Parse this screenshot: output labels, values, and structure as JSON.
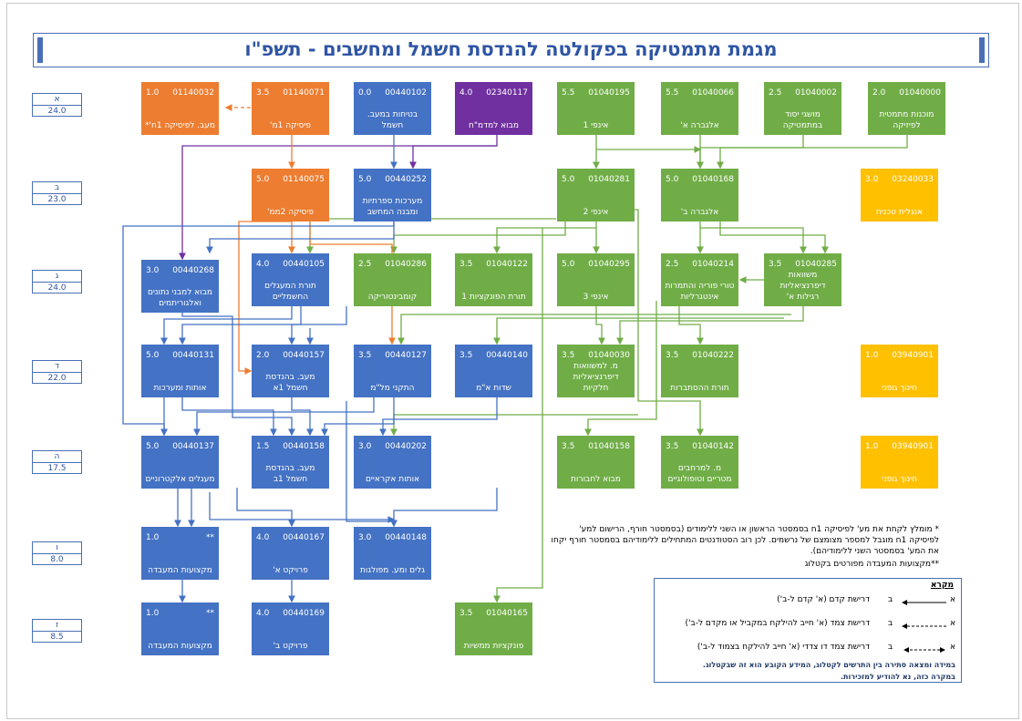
{
  "title": "מגמת מתמטיקה בפקולטה להנדסת חשמל ומחשבים - תשפ\"ו",
  "colors": {
    "blue": "#4472c4",
    "orange": "#ed7d31",
    "purple": "#7030a0",
    "green": "#70ad47",
    "yellow": "#ffc000"
  },
  "semesters": [
    {
      "name": "א",
      "points": "24.0"
    },
    {
      "name": "ב",
      "points": "23.0"
    },
    {
      "name": "ג",
      "points": "24.0"
    },
    {
      "name": "ד",
      "points": "22.0"
    },
    {
      "name": "ה",
      "points": "17.5"
    },
    {
      "name": "ו",
      "points": "8.0"
    },
    {
      "name": "ז",
      "points": "8.5"
    }
  ],
  "courses": {
    "c0": {
      "points": "2.0",
      "code": "01040000",
      "name": "מוכנות מתמטית לפיזיקה"
    },
    "c1": {
      "points": "2.5",
      "code": "01040002",
      "name": "מושגי יסוד במתמטיקה"
    },
    "c2": {
      "points": "5.5",
      "code": "01040066",
      "name": "אלגברה א'"
    },
    "c3": {
      "points": "5.5",
      "code": "01040195",
      "name": "אינפי 1"
    },
    "c4": {
      "points": "4.0",
      "code": "02340117",
      "name": "מבוא למדמ\"ח"
    },
    "c5": {
      "points": "0.0",
      "code": "00440102",
      "name": "בטיחות במעב. חשמל"
    },
    "c6": {
      "points": "3.5",
      "code": "01140071",
      "name": "פיסיקה 1מ'"
    },
    "c7": {
      "points": "1.0",
      "code": "01140032",
      "name": "מעב. לפיסיקה 1ח'*"
    },
    "c8": {
      "points": "3.0",
      "code": "03240033",
      "name": "אנגלית טכנית"
    },
    "c9": {
      "points": "5.0",
      "code": "01040168",
      "name": "אלגברה ב'"
    },
    "c10": {
      "points": "5.0",
      "code": "01040281",
      "name": "אינפי 2"
    },
    "c11": {
      "points": "5.0",
      "code": "00440252",
      "name": "מערכות ספרתיות ומבנה המחשב"
    },
    "c12": {
      "points": "5.0",
      "code": "01140075",
      "name": "פיסיקה 2ממ'"
    },
    "c13": {
      "points": "3.5",
      "code": "01040285",
      "name": "משוואות דיפרנציאליות רגילות א'"
    },
    "c14": {
      "points": "2.5",
      "code": "01040214",
      "name": "טורי פוריה והתמרות אינטגרליות"
    },
    "c15": {
      "points": "5.0",
      "code": "01040295",
      "name": "אינפי 3"
    },
    "c16": {
      "points": "3.5",
      "code": "01040122",
      "name": "תורת הפונקציות 1"
    },
    "c17": {
      "points": "2.5",
      "code": "01040286",
      "name": "קומבינטוריקה"
    },
    "c18": {
      "points": "4.0",
      "code": "00440105",
      "name": "תורת המעגלים החשמליים"
    },
    "c19": {
      "points": "3.0",
      "code": "00440268",
      "name": "מבוא למבני נתונים ואלגוריתמים"
    },
    "c20": {
      "points": "1.0",
      "code": "03940901",
      "name": "חינוך גופני"
    },
    "c21": {
      "points": "3.5",
      "code": "01040222",
      "name": "תורת ההסתברות"
    },
    "c22": {
      "points": "3.5",
      "code": "01040030",
      "name": "מ. למשוואות דיפרנציאליות חלקיות"
    },
    "c23": {
      "points": "3.5",
      "code": "00440140",
      "name": "שדות א\"מ"
    },
    "c24": {
      "points": "3.5",
      "code": "00440127",
      "name": "התקני מל\"מ"
    },
    "c25": {
      "points": "2.0",
      "code": "00440157",
      "name": "מעב. בהנדסת חשמל 1א"
    },
    "c26": {
      "points": "5.0",
      "code": "00440131",
      "name": "אותות ומערכות"
    },
    "c27": {
      "points": "1.0",
      "code": "03940901",
      "name": "חינוך גופני"
    },
    "c28": {
      "points": "3.5",
      "code": "01040142",
      "name": "מ. למרחבים מטריים וטופולוגיים"
    },
    "c29": {
      "points": "3.5",
      "code": "01040158",
      "name": "מבוא לחבורות"
    },
    "c30": {
      "points": "3.0",
      "code": "00440202",
      "name": "אותות אקראיים"
    },
    "c31": {
      "points": "1.5",
      "code": "00440158",
      "name": "מעב. בהנדסת חשמל 1ב"
    },
    "c32": {
      "points": "5.0",
      "code": "00440137",
      "name": "מעגלים אלקטרוניים"
    },
    "c33": {
      "points": "3.0",
      "code": "00440148",
      "name": "גלים ומע. מפולגות"
    },
    "c34": {
      "points": "4.0",
      "code": "00440167",
      "name": "פרויקט א'"
    },
    "c35": {
      "points": "1.0",
      "code": "**",
      "name": "מקצועות המעבדה"
    },
    "c36": {
      "points": "3.5",
      "code": "01040165",
      "name": "פונקציות ממשיות"
    },
    "c37": {
      "points": "4.0",
      "code": "00440169",
      "name": "פרויקט ב'"
    },
    "c38": {
      "points": "1.0",
      "code": "**",
      "name": "מקצועות המעבדה"
    }
  },
  "notes": {
    "n1": "* מומלץ לקחת את מע' לפיסיקה 1ח בסמסטר הראשון או השני ללימודים (בסמסטר חורף, הרישום למע' לפיסיקה 1ח מוגבל למספר מצומצם של נרשמים. לכן רוב הסטודנטים המתחילים ללימודיהם בסמסטר חורף יקחו את המע' בסמסטר השני ללימודיהם).",
    "n2": "**מקצועות המעבדה מפורטים בקטלוג"
  },
  "legend": {
    "title": "מקרא",
    "rows": [
      {
        "a": "א",
        "b": "ב",
        "text": "דרישת קדם (א' קדם ל-ב')"
      },
      {
        "a": "א",
        "b": "ב",
        "text": "דרישת צמד (א' חייב להילקח במקביל או מקדם ל-ב')"
      },
      {
        "a": "א",
        "b": "ב",
        "text": "דרישת צמד דו צדדי (א' חייב להילקח בצמוד ל-ב')"
      }
    ],
    "footer1": "במידה ומצאה סתירה בין התרשים לקטלוג, המידע הקובע הוא זה שבקטלוג.",
    "footer2": "במקרה כזה, נא להודיע למזכירות."
  }
}
